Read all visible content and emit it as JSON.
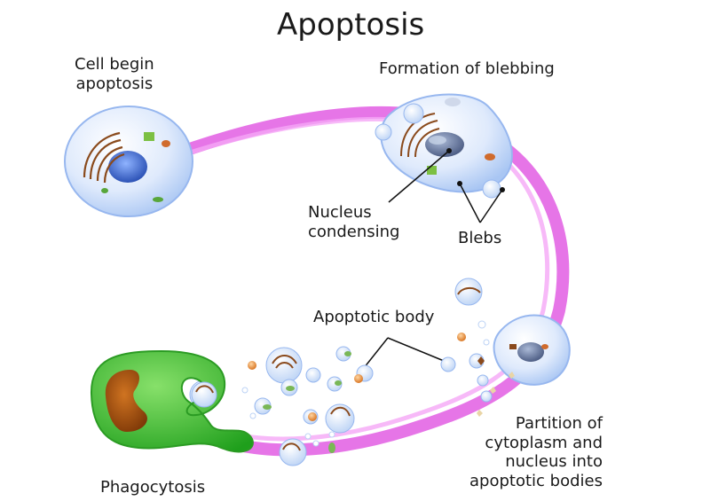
{
  "diagram": {
    "title": "Apoptosis",
    "labels": {
      "cell_begin": [
        "Cell begin",
        "apoptosis"
      ],
      "blebbing": "Formation of blebbing",
      "nucleus_condensing": [
        "Nucleus",
        "condensing"
      ],
      "blebs": "Blebs",
      "apoptotic_body": "Apoptotic body",
      "partition": [
        "Partition of",
        "cytoplasm and",
        "nucleus into",
        "apoptotic bodies"
      ],
      "phagocytosis": "Phagocytosis"
    },
    "colors": {
      "pathway": "#e56ee6",
      "cell_body": "#d8e8fb",
      "nucleus": "#4a78d6",
      "condensed_nucleus": "#5f6f90",
      "mitochondria": "#8a4a1c",
      "chloroplast_like": "#7cc043",
      "phagocyte": "#45c83a",
      "phagocyte_nucleus": "#b85b14"
    }
  }
}
